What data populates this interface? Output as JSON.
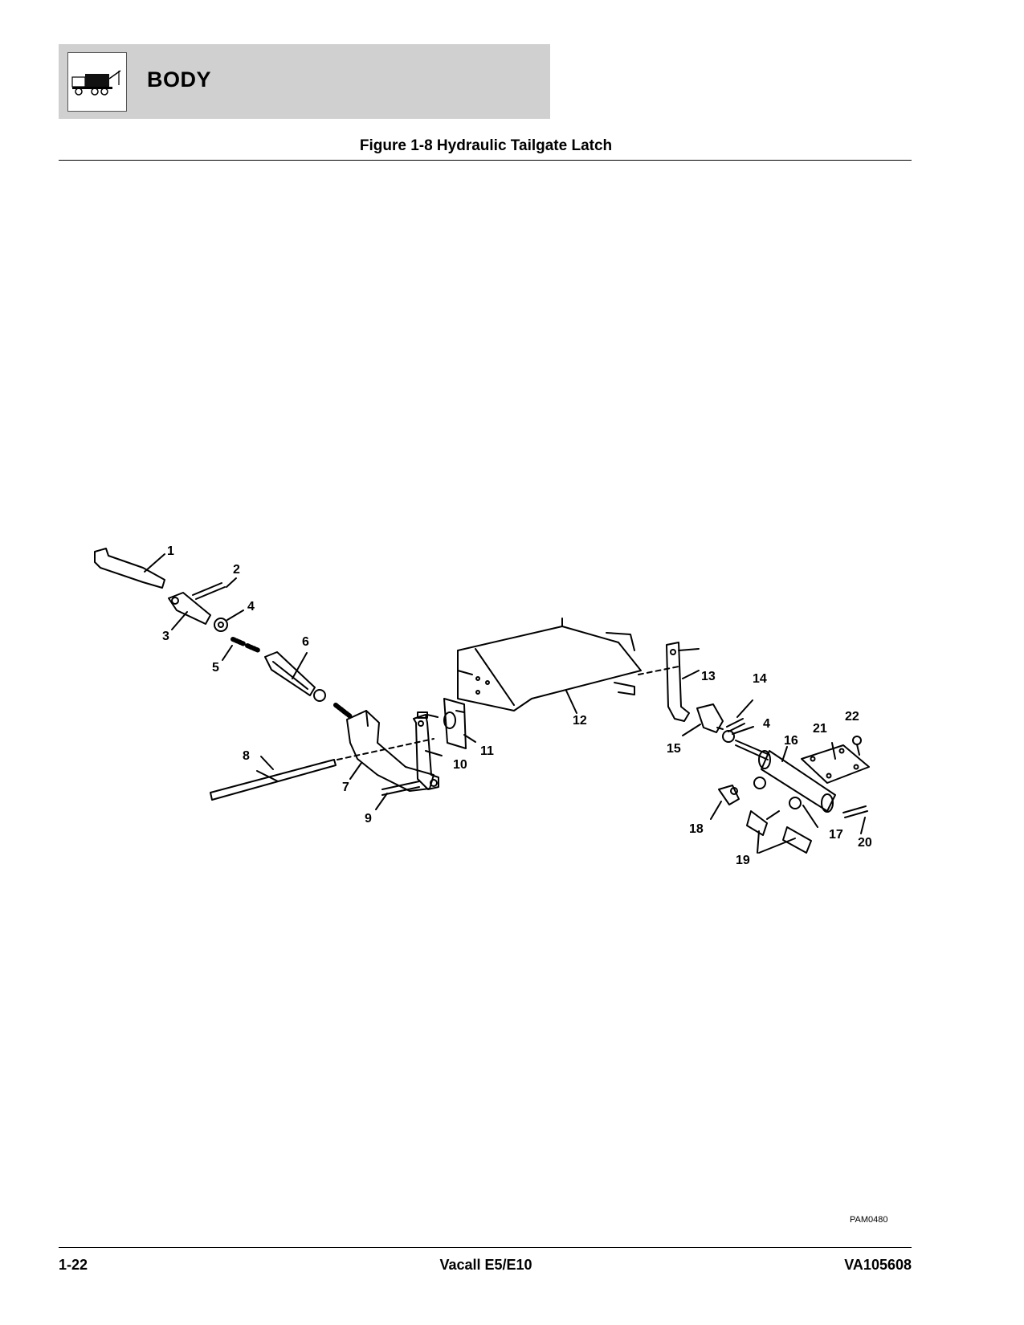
{
  "header": {
    "section_title": "BODY",
    "section_icon": "truck-icon"
  },
  "figure": {
    "title": "Figure 1-8 Hydraulic Tailgate Latch",
    "drawing_id": "PAM0480",
    "callouts": [
      "1",
      "2",
      "3",
      "4",
      "5",
      "6",
      "7",
      "8",
      "9",
      "10",
      "11",
      "12",
      "13",
      "14",
      "4",
      "15",
      "16",
      "17",
      "18",
      "19",
      "20",
      "21",
      "22"
    ]
  },
  "footer": {
    "page_number": "1-22",
    "manual_title": "Vacall E5/E10",
    "document_number": "VA105608"
  }
}
